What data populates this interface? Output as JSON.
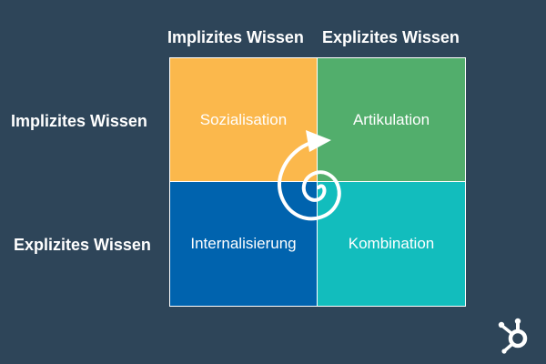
{
  "colors": {
    "background": "#2e4559",
    "sozialisation": "#fbb84c",
    "artikulation": "#52ae6c",
    "internalisierung": "#0063ae",
    "kombination": "#12bdbd"
  },
  "header": {
    "col_1": "Implizites Wissen",
    "col_2": "Explizites Wissen",
    "row_1": "Implizites Wissen",
    "row_2": "Explizites Wissen"
  },
  "quadrants": {
    "top_left": "Sozialisation",
    "top_right": "Artikulation",
    "bottom_left": "Internalisierung",
    "bottom_right": "Kombination"
  },
  "icons": {
    "spiral": "spiral-arrow-icon",
    "logo": "hubspot-logo-icon"
  }
}
